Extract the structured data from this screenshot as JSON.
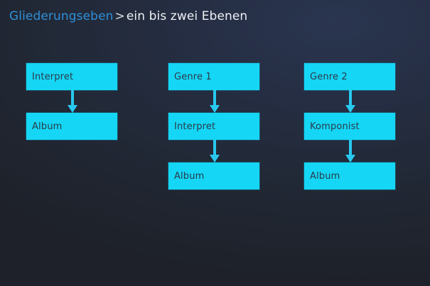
{
  "slide": {
    "background_color": "#1e2129",
    "accent_color": "#15d6f5",
    "title": {
      "level1": "Gliederungseben",
      "separator": ">",
      "level2": "ein bis zwei Ebenen",
      "level1_color": "#2f90d8",
      "level2_color": "#eef1f5"
    },
    "diagram": {
      "columns": [
        {
          "name": "column-1",
          "nodes": [
            {
              "label": "Interpret"
            },
            {
              "label": "Album"
            }
          ]
        },
        {
          "name": "column-2",
          "nodes": [
            {
              "label": "Genre 1"
            },
            {
              "label": "Interpret"
            },
            {
              "label": "Album"
            }
          ]
        },
        {
          "name": "column-3",
          "nodes": [
            {
              "label": "Genre 2"
            },
            {
              "label": "Komponist"
            },
            {
              "label": "Album"
            }
          ]
        }
      ]
    }
  }
}
